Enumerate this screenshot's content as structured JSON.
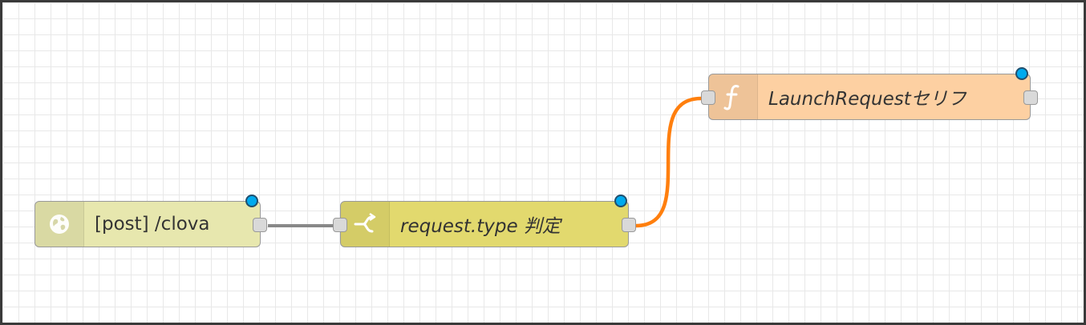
{
  "flow": {
    "nodes": [
      {
        "label": "[post] /clova",
        "type": "http-in",
        "icon": "globe-icon",
        "color": "#e7e7ae",
        "has_input": false,
        "has_output": true,
        "changed": true
      },
      {
        "label": "request.type 判定",
        "type": "switch",
        "icon": "switch-branch-icon",
        "color": "#e2d96e",
        "has_input": true,
        "has_output": true,
        "changed": true
      },
      {
        "label": "LaunchRequestセリフ",
        "type": "function",
        "icon": "function-icon",
        "color": "#fdd0a2",
        "has_input": true,
        "has_output": true,
        "changed": true
      }
    ],
    "wires": [
      {
        "from": 0,
        "to": 1,
        "color": "#888888",
        "selected": false
      },
      {
        "from": 1,
        "to": 2,
        "color": "#ff7f0e",
        "selected": true
      }
    ]
  }
}
